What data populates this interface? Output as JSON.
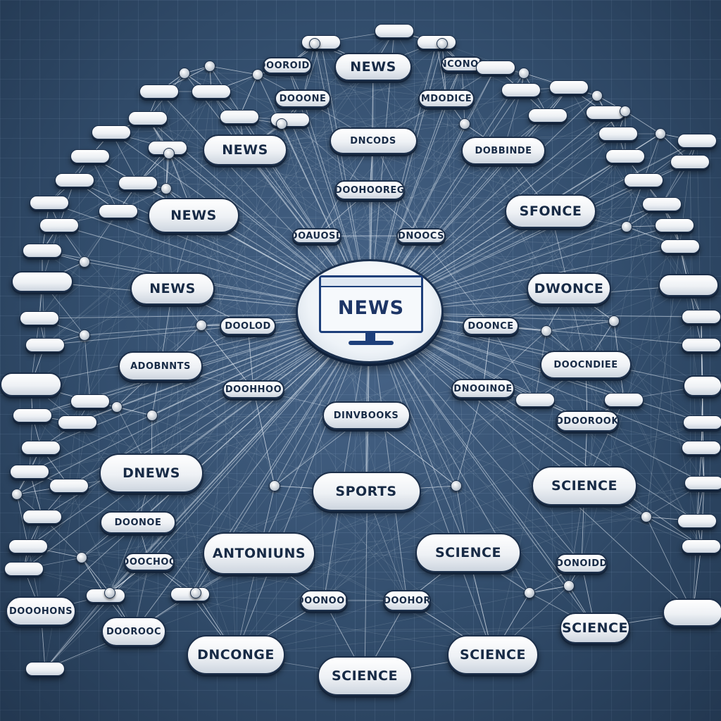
{
  "hub": {
    "label": "NEWS"
  },
  "major_nodes": [
    {
      "label": "NEWS"
    },
    {
      "label": "NEWS"
    },
    {
      "label": "NEWS"
    },
    {
      "label": "SPORTS"
    },
    {
      "label": "SCIENCE"
    },
    {
      "label": "SCIENCE"
    },
    {
      "label": "SCIENCE"
    },
    {
      "label": "SCIENCE"
    },
    {
      "label": "SCIENCE"
    },
    {
      "label": "ANTONIUNS"
    },
    {
      "label": "SFONCE"
    },
    {
      "label": "DWONCE"
    },
    {
      "label": "DNCONGE"
    },
    {
      "label": "DNEWS"
    },
    {
      "label": "NEWS"
    }
  ],
  "minor_nodes": [
    {
      "label": "DNCODS"
    },
    {
      "label": "DOBBINDE"
    },
    {
      "label": "DOOHOOREG"
    },
    {
      "label": "DOAUOSD"
    },
    {
      "label": "DNOOCS"
    },
    {
      "label": "ADOBNNTS"
    },
    {
      "label": "DOOCNDIEE"
    },
    {
      "label": "DINVBOOKS"
    },
    {
      "label": "DOOLOD"
    },
    {
      "label": "DOONCE"
    },
    {
      "label": "DNOOINOE"
    },
    {
      "label": "DDOOROOK"
    },
    {
      "label": "DOOHHOO"
    },
    {
      "label": "DOONOE"
    },
    {
      "label": "DOOCHOO"
    },
    {
      "label": "DOONOOE"
    },
    {
      "label": "DOOHOR"
    },
    {
      "label": "DONOIDD"
    },
    {
      "label": "DOOROOC"
    },
    {
      "label": "DOOONE"
    },
    {
      "label": "MDODICE"
    },
    {
      "label": "DOOROIDE"
    },
    {
      "label": "DNCONOER"
    },
    {
      "label": "DOOOHONS"
    }
  ]
}
